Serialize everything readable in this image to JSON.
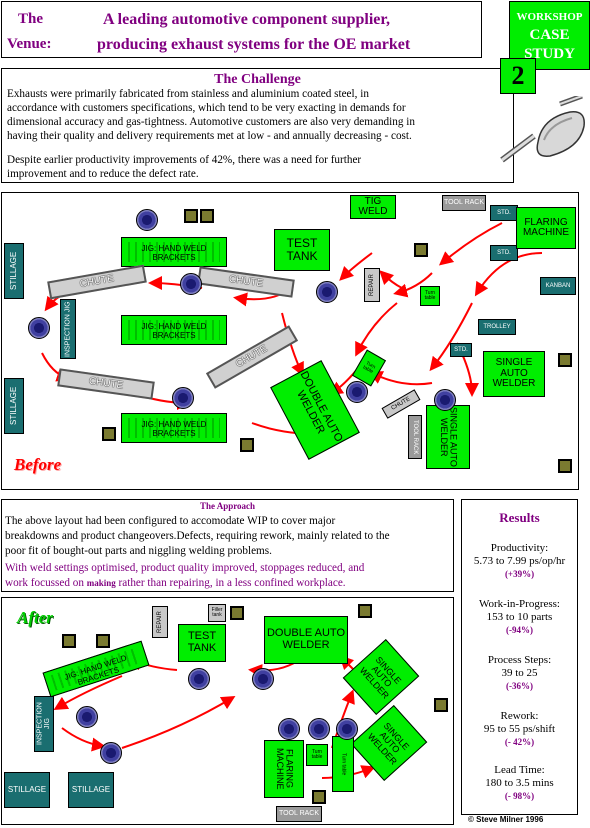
{
  "header": {
    "the": "The",
    "venue": "Venue:",
    "title_line1": "A leading automotive component supplier,",
    "title_line2": "producing exhaust systems for the OE market"
  },
  "badge": {
    "line1": "WORKSHOP",
    "line2": "CASE STUDY",
    "number": "2"
  },
  "challenge": {
    "title": "The Challenge",
    "lines": [
      "   Exhausts were primarily fabricated from stainless and aluminium coated steel, in",
      "accordance with customers specifications, which tend to be very exacting in demands for",
      "dimensional accuracy and gas-tightness. Automotive customers are also very demanding in",
      "having their quality and delivery requirements met at low - and annually decreasing - cost.",
      "   Despite earlier productivity improvements of 42%, there was a need for further",
      "improvement and to reduce the defect rate."
    ]
  },
  "before_layout": {
    "label": "Before",
    "stillage_1": "STILLAGE",
    "stillage_2": "STILLAGE",
    "jig_1": "JIG: HAND WELD BRACKETS",
    "jig_2": "JIG: HAND WELD BRACKETS",
    "jig_3": "JIG: HAND WELD BRACKETS",
    "chute_1": "CHUTE",
    "chute_2": "CHUTE",
    "chute_3": "CHUTE",
    "chute_4": "CHUTE",
    "inspection_jig": "INSPECTION JIG",
    "test_tank": "TEST TANK",
    "tig_weld": "TIG WELD",
    "tool_rack": "TOOL RACK",
    "flaring_machine": "FLARING MACHINE",
    "kanban": "KANBAN",
    "trolley": "TROLLEY",
    "single_auto_welder_1": "SINGLE AUTO WELDER",
    "single_auto_welder_2": "SINGLE AUTO WELDER",
    "double_auto_welder": "DOUBLE AUTO WELDER",
    "repair": "REPAIR",
    "turn_table_1": "Turn table",
    "turn_table_2": "Turn table",
    "std_1": "STD.",
    "std_2": "STD.",
    "std_3": "STD.",
    "chute_small": "CHUTE",
    "tool_rack_2": "TOOL RACK"
  },
  "approach": {
    "title": "The Approach",
    "lines": [
      "The above layout had been configured to accomodate WIP to cover major",
      "breakdowns and product changeovers.Defects, requiring rework, mainly related to the",
      "poor fit of bought-out parts and niggling welding problems."
    ],
    "line4": "   With weld settings optimised, product quality improved, stoppages reduced, and",
    "line5_a": "work focussed on ",
    "line5_b": "making",
    "line5_c": " rather than repairing, in a less confined workplace."
  },
  "after_layout": {
    "label": "After",
    "repair": "REPAIR",
    "test_tank": "TEST TANK",
    "double_auto_welder": "DOUBLE AUTO WELDER",
    "single_auto_welder_1": "SINGLE AUTO WELDER",
    "single_auto_welder_2": "SINGLE AUTO WELDER",
    "jig": "JIG: HAND WELD BRACKETS",
    "inspection_jig": "INSPECTION JIG",
    "stillage_1": "STILLAGE",
    "stillage_2": "STILLAGE",
    "flaring_machine": "FLARING MACHINE",
    "turn_table_1": "Turn table",
    "turn_table_2": "Turn table",
    "tool_rack": "TOOL RACK",
    "filter_tank": "Filler tank"
  },
  "results": {
    "title": "Results",
    "items": [
      {
        "label": "Productivity:",
        "value": "5.73 to 7.99  ps/op/hr",
        "change": "(+39%)"
      },
      {
        "label": "Work-in-Progress:",
        "value": "153 to 10 parts",
        "change": "(-94%)"
      },
      {
        "label": "Process Steps:",
        "value": "39 to 25",
        "change": "(-36%)"
      },
      {
        "label": "Rework:",
        "value": "95 to 55 ps/shift",
        "change": "(- 42%)"
      },
      {
        "label": "Lead Time:",
        "value": "180 to 3.5 mins",
        "change": "(- 98%)"
      }
    ]
  },
  "copyright": "© Steve Milner 1996",
  "colors": {
    "purple": "#800080",
    "green": "#00ee00",
    "teal": "#1a6e70",
    "red_arrow": "#ff0000"
  }
}
